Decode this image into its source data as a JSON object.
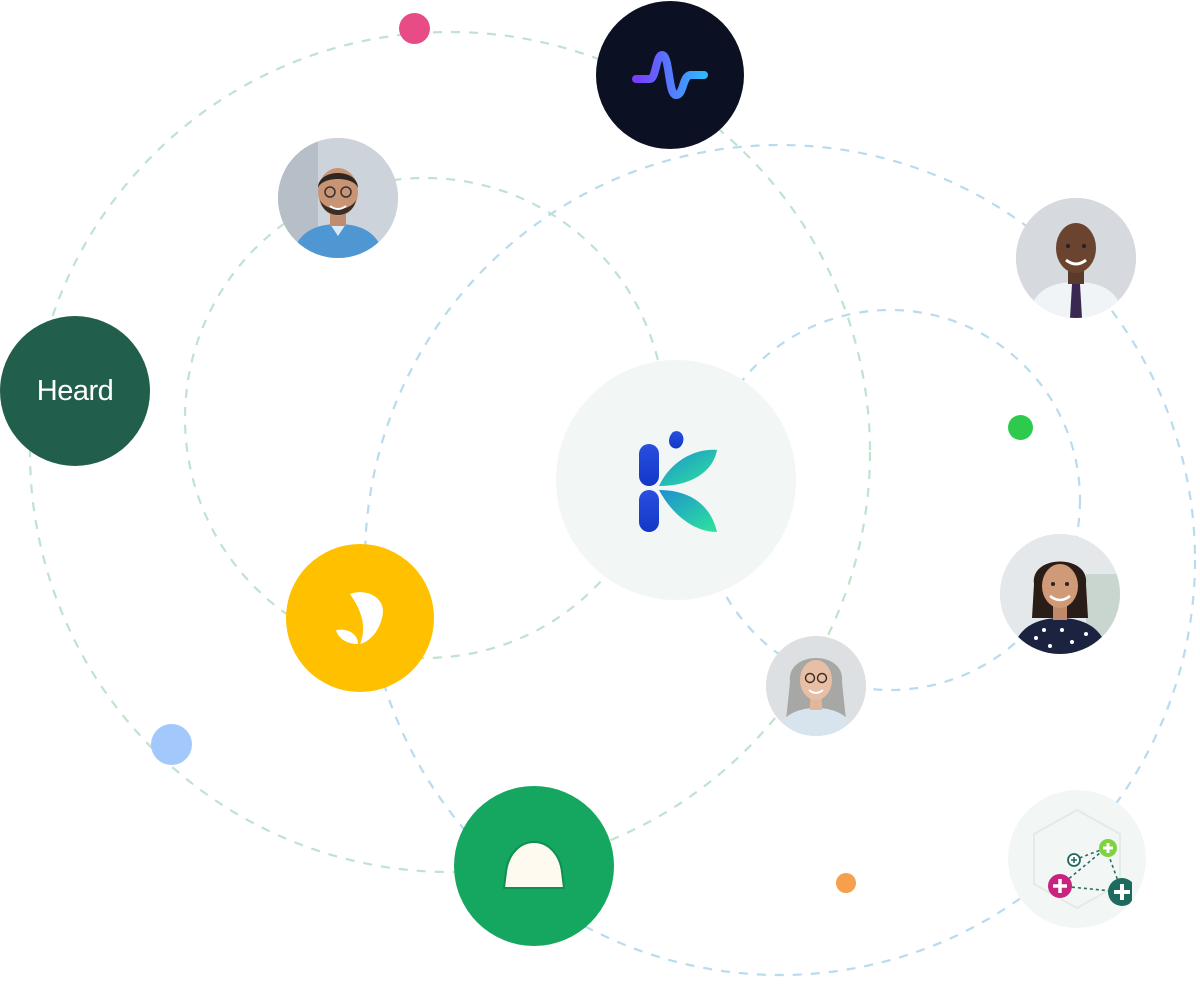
{
  "partners": {
    "heard": {
      "label": "Heard",
      "bg": "#225e4c",
      "fg": "#ffffff"
    },
    "pulse": {
      "icon": "pulse-wave-icon",
      "bg": "#0b1122"
    },
    "yellow": {
      "icon": "leaf-petal-icon",
      "bg": "#ffc000"
    },
    "green": {
      "icon": "half-sun-icon",
      "bg": "#15a760"
    },
    "network": {
      "icon": "medical-network-icon",
      "bg": "#f2f6f4"
    }
  },
  "center": {
    "icon": "k-brand-logo",
    "bg": "#f2f6f4"
  },
  "people": [
    {
      "icon": "person-man-blue-shirt-avatar"
    },
    {
      "icon": "person-man-suit-avatar"
    },
    {
      "icon": "person-woman-polka-dot-avatar"
    },
    {
      "icon": "person-woman-gray-hair-avatar"
    }
  ],
  "colors": {
    "orbit_green": "#bfe3cc",
    "orbit_blue": "#b7dcee",
    "dot_pink": "#e84c87",
    "dot_green": "#2dca4e",
    "dot_blue": "#a3c8fb",
    "dot_orange": "#f6a04d"
  }
}
